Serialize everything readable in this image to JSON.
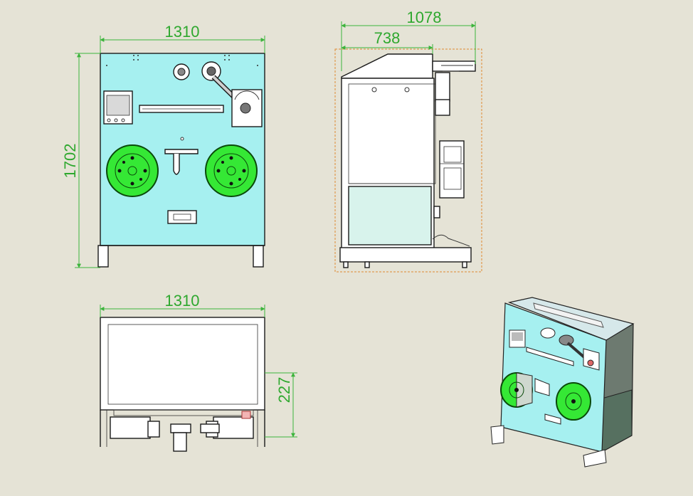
{
  "drawing": {
    "background": "#e5e3d6",
    "panel_color": "#a6f0f0",
    "reel_color": "#35e835",
    "dimension_color": "#2ea82e",
    "guard_color": "#d8f3ec",
    "front_view": {
      "width_label": "1310",
      "height_label": "1702"
    },
    "side_view": {
      "overall_label": "1078",
      "body_label": "738"
    },
    "top_view": {
      "width_label": "1310",
      "depth_label": "227"
    }
  }
}
